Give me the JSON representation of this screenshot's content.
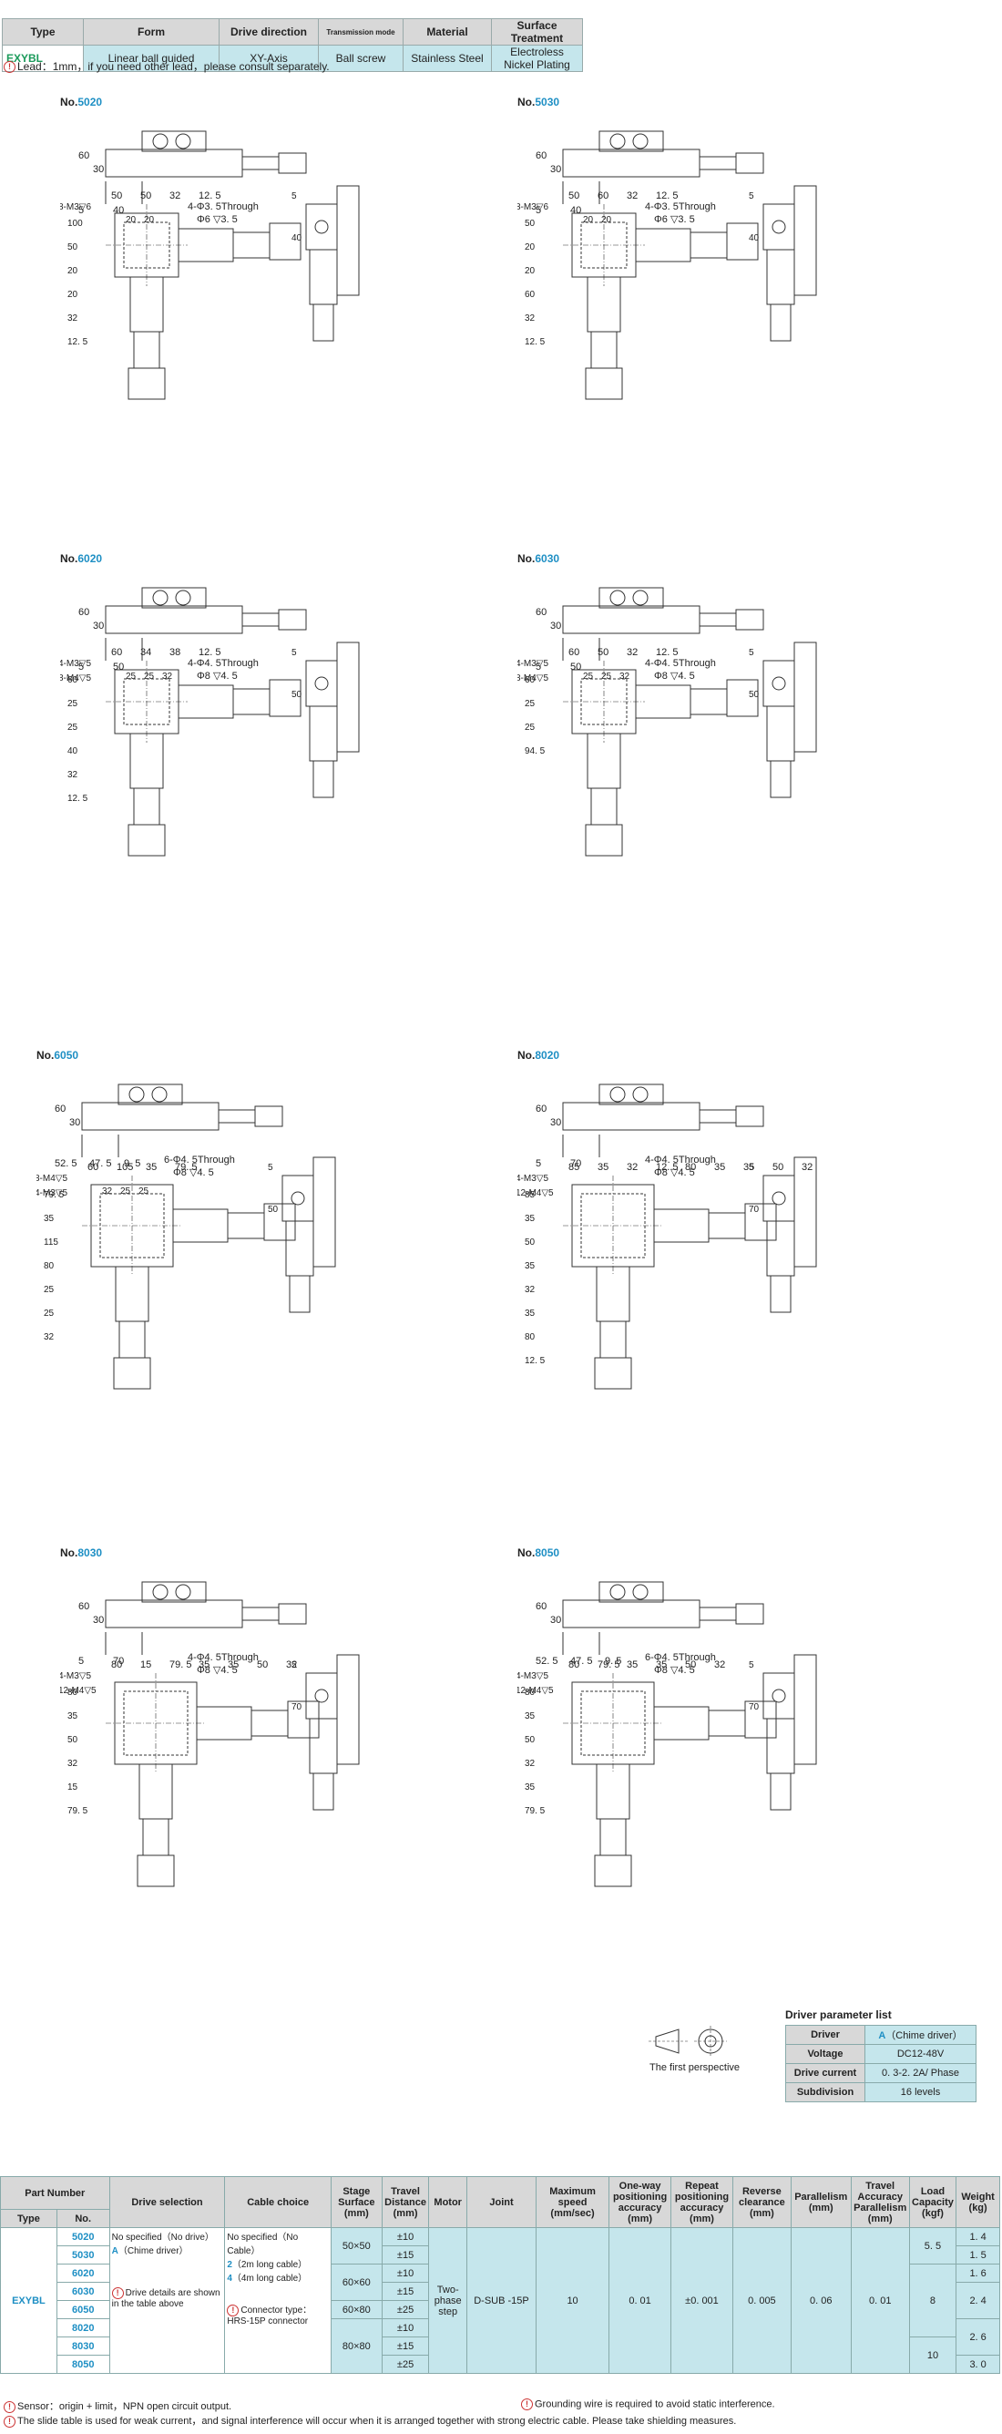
{
  "header_table": {
    "columns": [
      "Type",
      "Form",
      "Drive direction",
      "Transmission mode",
      "Material",
      "Surface Treatment"
    ],
    "row": [
      "EXYBL",
      "Linear ball guided",
      "XY-Axis",
      "Ball screw",
      "Stainless Steel",
      "Electroless Nickel Plating"
    ]
  },
  "lead_note": "Lead：1mm，if you need other lead，please consult separately.",
  "panels": [
    {
      "prefix": "No.",
      "num": "5020",
      "top_dims": [
        "60",
        "30",
        "5",
        "40"
      ],
      "hole_note": "4-Φ3. 5Through",
      "cbore_note": "Φ6 ▽3. 5",
      "tap1": "8-M3▽6",
      "tap2": "",
      "w_dims": [
        "50",
        "50",
        "32",
        "12. 5"
      ],
      "inner": [
        "20",
        "20"
      ],
      "v_dims": [
        "100",
        "50",
        "20",
        "20",
        "32",
        "12. 5"
      ],
      "side": [
        "5",
        "40"
      ]
    },
    {
      "prefix": "No.",
      "num": "5030",
      "top_dims": [
        "60",
        "30",
        "5",
        "40"
      ],
      "hole_note": "4-Φ3. 5Through",
      "cbore_note": "Φ6 ▽3. 5",
      "tap1": "8-M3▽6",
      "tap2": "",
      "w_dims": [
        "50",
        "60",
        "32",
        "12. 5"
      ],
      "inner": [
        "20",
        "20"
      ],
      "v_dims": [
        "50",
        "20",
        "20",
        "60",
        "32",
        "12. 5"
      ],
      "side": [
        "5",
        "40"
      ]
    },
    {
      "prefix": "No.",
      "num": "6020",
      "top_dims": [
        "60",
        "30",
        "5",
        "50"
      ],
      "hole_note": "4-Φ4. 5Through",
      "cbore_note": "Φ8 ▽4. 5",
      "tap1": "4-M3▽5",
      "tap2": "8-M4▽5",
      "w_dims": [
        "60",
        "34",
        "38",
        "12. 5"
      ],
      "inner": [
        "25",
        "25",
        "32"
      ],
      "v_dims": [
        "60",
        "25",
        "25",
        "40",
        "32",
        "12. 5"
      ],
      "side": [
        "5",
        "50"
      ]
    },
    {
      "prefix": "No.",
      "num": "6030",
      "top_dims": [
        "60",
        "30",
        "5",
        "50"
      ],
      "hole_note": "4-Φ4. 5Through",
      "cbore_note": "Φ8 ▽4. 5",
      "tap1": "4-M3▽5",
      "tap2": "8-M4▽5",
      "w_dims": [
        "60",
        "50",
        "32",
        "12. 5"
      ],
      "inner": [
        "25",
        "25",
        "32"
      ],
      "v_dims": [
        "60",
        "25",
        "25",
        "94. 5"
      ],
      "side": [
        "5",
        "50"
      ]
    },
    {
      "prefix": "No.",
      "num": "6050",
      "top_dims": [
        "60",
        "30",
        "52. 5",
        "47. 5",
        "9. 5"
      ],
      "hole_note": "6-Φ4. 5Through",
      "cbore_note": "Φ8 ▽4. 5",
      "tap1": "8-M4▽5",
      "tap2": "4-M3▽5",
      "w_dims": [
        "60",
        "105",
        "35",
        "79. 5"
      ],
      "inner": [
        "32",
        "25",
        "25"
      ],
      "v_dims": [
        "79. 5",
        "35",
        "115",
        "80",
        "25",
        "25",
        "32"
      ],
      "side": [
        "5",
        "50"
      ]
    },
    {
      "prefix": "No.",
      "num": "8020",
      "top_dims": [
        "60",
        "30",
        "5",
        "70"
      ],
      "hole_note": "4-Φ4. 5Through",
      "cbore_note": "Φ8 ▽4. 5",
      "tap1": "4-M3▽5",
      "tap2": "12-M4▽5",
      "w_dims": [
        "85",
        "35",
        "32",
        "12. 5",
        "80",
        "35",
        "35",
        "50",
        "32"
      ],
      "inner": [],
      "v_dims": [
        "85",
        "35",
        "50",
        "35",
        "32",
        "35",
        "80",
        "12. 5"
      ],
      "side": [
        "5",
        "70"
      ]
    },
    {
      "prefix": "No.",
      "num": "8030",
      "top_dims": [
        "60",
        "30",
        "5",
        "70"
      ],
      "hole_note": "4-Φ4. 5Through",
      "cbore_note": "Φ8 ▽4. 5",
      "tap1": "4-M3▽5",
      "tap2": "12-M4▽5",
      "w_dims": [
        "80",
        "15",
        "79. 5",
        "35",
        "35",
        "50",
        "32"
      ],
      "inner": [],
      "v_dims": [
        "80",
        "35",
        "50",
        "32",
        "15",
        "79. 5"
      ],
      "side": [
        "5",
        "70"
      ]
    },
    {
      "prefix": "No.",
      "num": "8050",
      "top_dims": [
        "60",
        "30",
        "52. 5",
        "47. 5",
        "9. 5"
      ],
      "hole_note": "6-Φ4. 5Through",
      "cbore_note": "Φ8 ▽4. 5",
      "tap1": "4-M3▽5",
      "tap2": "12-M4▽5",
      "w_dims": [
        "80",
        "79. 5",
        "35",
        "35",
        "50",
        "32"
      ],
      "inner": [],
      "v_dims": [
        "80",
        "35",
        "50",
        "32",
        "35",
        "79. 5"
      ],
      "side": [
        "5",
        "70"
      ]
    }
  ],
  "perspective_label": "The first perspective",
  "driver_params": {
    "title": "Driver parameter list",
    "rows": [
      {
        "k": "Driver",
        "v1": "A",
        "v2": "（Chime driver）"
      },
      {
        "k": "Voltage",
        "v1": "",
        "v2": "DC12-48V"
      },
      {
        "k": "Drive current",
        "v1": "",
        "v2": "0. 3-2. 2A/ Phase"
      },
      {
        "k": "Subdivision",
        "v1": "",
        "v2": "16 levels"
      }
    ]
  },
  "spec": {
    "h_part": "Part Number",
    "h_type": "Type",
    "h_no": "No.",
    "h_drive": "Drive selection",
    "h_cable": "Cable choice",
    "h_stage": "Stage Surface (mm)",
    "h_travel": "Travel Distance (mm)",
    "h_motor": "Motor",
    "h_joint": "Joint",
    "h_speed": "Maximum speed (mm/sec)",
    "h_oneway": "One-way positioning accuracy (mm)",
    "h_repeat": "Repeat positioning accuracy (mm)",
    "h_reverse": "Reverse clearance (mm)",
    "h_parallel": "Parallelism (mm)",
    "h_travelacc": "Travel Accuracy Parallelism (mm)",
    "h_load": "Load Capacity (kgf)",
    "h_weight": "Weight (kg)",
    "type": "EXYBL",
    "nos": [
      "5020",
      "5030",
      "6020",
      "6030",
      "6050",
      "8020",
      "8030",
      "8050"
    ],
    "travel": [
      "±10",
      "±15",
      "±10",
      "±15",
      "±25",
      "±10",
      "±15",
      "±25"
    ],
    "weight": [
      "1. 4",
      "1. 5",
      "1. 6",
      "2. 4",
      "2. 6",
      "3. 0"
    ],
    "stage": [
      "50×50",
      "60×60",
      "60×80",
      "80×80"
    ],
    "load": [
      "5. 5",
      "8",
      "10"
    ],
    "drive_l1": "No specified（No drive）",
    "drive_l2a": "A",
    "drive_l2b": "（Chime driver）",
    "drive_note": "Drive details are shown in the table above",
    "cable_l1": "No specified（No Cable）",
    "cable_l2a": "2",
    "cable_l2b": "（2m long cable）",
    "cable_l3a": "4",
    "cable_l3b": "（4m long cable）",
    "cable_note": "Connector type：HRS-15P connector",
    "motor": "Two-phase step",
    "joint": "D-SUB -15P",
    "speed": "10",
    "oneway": "0. 01",
    "repeat": "±0. 001",
    "reverse": "0. 005",
    "parallel": "0. 06",
    "travelacc": "0. 01"
  },
  "foot_notes": [
    "Sensor：origin + limit，NPN open circuit output.",
    "Grounding wire is required to avoid static interference.",
    "The slide table is used for weak current，and signal interference will occur when it is arranged together with strong electric cable. Please take shielding measures."
  ]
}
